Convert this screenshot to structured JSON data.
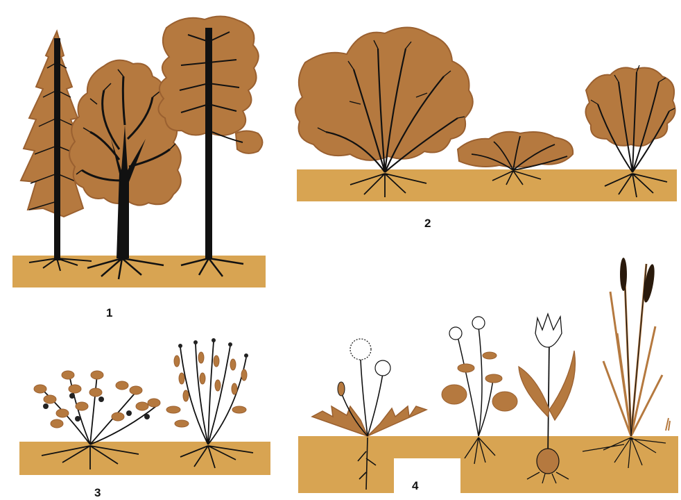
{
  "labels": {
    "trees": "1",
    "shrubs": "2",
    "subshrubs": "3",
    "herbs": "4"
  },
  "colors": {
    "crown": "#b5793f",
    "crown_edge": "#9a6030",
    "soil": "#d8a452",
    "stem": "#111111",
    "background": "#ffffff"
  }
}
